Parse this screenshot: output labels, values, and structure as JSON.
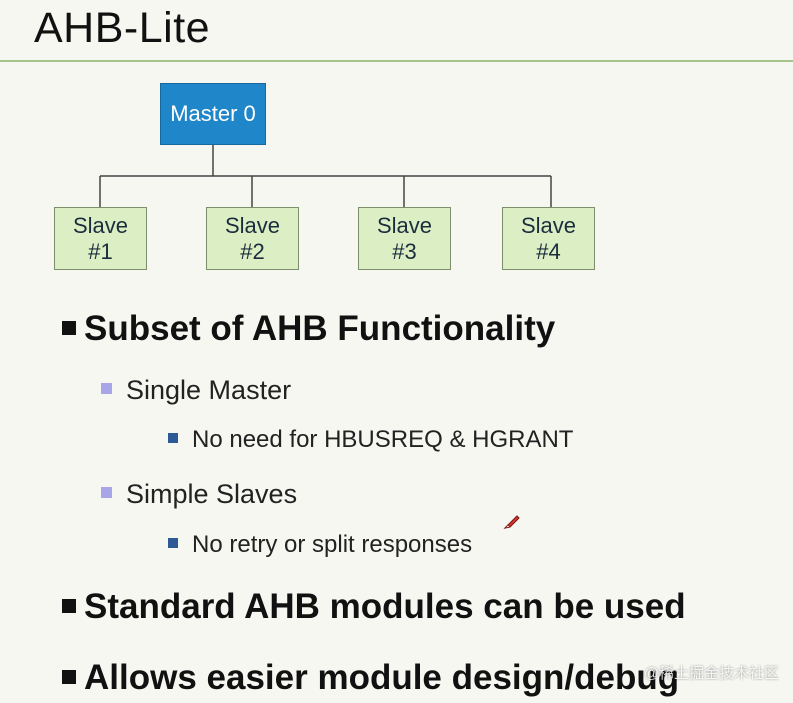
{
  "slide": {
    "title": "AHB-Lite"
  },
  "diagram": {
    "master": {
      "label": "Master 0"
    },
    "slaves": [
      {
        "label": "Slave\n#1"
      },
      {
        "label": "Slave\n#2"
      },
      {
        "label": "Slave\n#3"
      },
      {
        "label": "Slave\n#4"
      }
    ],
    "colors": {
      "master_fill": "#1f86c9",
      "slave_fill": "#dcefc4",
      "connector": "#444444"
    }
  },
  "bullets": {
    "subset": "Subset of AHB Functionality",
    "single_master": "Single Master",
    "no_hbusreq": "No need for HBUSREQ & HGRANT",
    "simple_slaves": "Simple Slaves",
    "no_retry": "No retry or split responses",
    "standard_modules": "Standard AHB modules can be used",
    "easier_design": "Allows easier module design/debug"
  },
  "watermark": "@稀土掘金技术社区",
  "icons": {
    "cursor": "pen-cursor-icon"
  }
}
